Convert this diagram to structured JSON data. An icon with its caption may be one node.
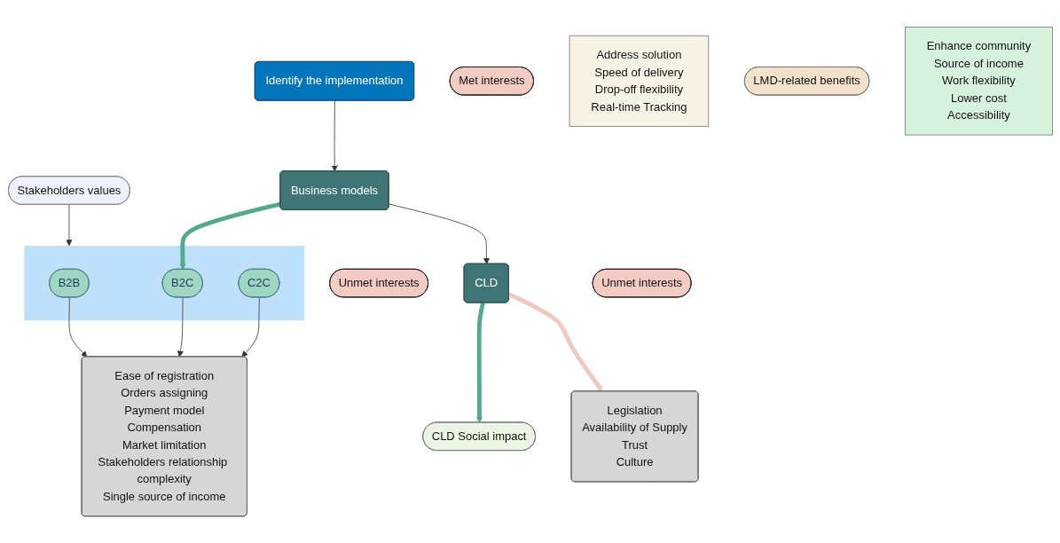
{
  "diagram": {
    "nodes": [
      {
        "text": [
          "Unmet interests"
        ]
      },
      {
        "text": [
          "Stakeholders values"
        ]
      },
      {
        "text": [
          "Identify the implementation"
        ]
      },
      {
        "text": [
          "Ease of registration",
          "Orders assigning",
          "Payment model",
          "Compensation",
          "Market limitation",
          "Stakeholders relationship complexity",
          "Single source of income"
        ]
      },
      {
        "text": [],
        "shape": "arrow"
      },
      {
        "text": [
          "B2B"
        ],
        "in": 4
      },
      {
        "text": [
          "B2C"
        ],
        "in": 4
      },
      {
        "text": [
          "C2C"
        ],
        "in": 4
      },
      {
        "text": [
          "Business models"
        ]
      },
      {
        "text": [
          "Met interests"
        ]
      },
      {
        "text": [
          "Address solution",
          "Speed of delivery",
          "Drop-off flexibility",
          "Real-time Tracking"
        ]
      },
      {
        "text": [
          "LMD-related benefits"
        ]
      },
      {
        "text": [
          "Unmet interests"
        ]
      },
      {
        "text": [
          "CLD"
        ]
      },
      {
        "text": [
          "Legislation",
          "Availability of Supply",
          "Trust",
          "Culture"
        ]
      },
      {
        "text": [
          "Enhance community",
          "Source of income",
          "Work flexibility",
          "Lower cost",
          "Accessibility"
        ]
      },
      {
        "text": [
          "CLD Social impact"
        ]
      }
    ],
    "edges": [
      {
        "from": 1,
        "to": 4,
        "arrow": "to"
      },
      {
        "from": 5,
        "to": 3,
        "arrow": "to"
      },
      {
        "from": 6,
        "to": 3,
        "arrow": "to"
      },
      {
        "from": 7,
        "to": 3,
        "arrow": "to"
      },
      {
        "from": 2,
        "to": 8,
        "arrow": "to"
      },
      {
        "from": 8,
        "to": 6,
        "arrow": "to",
        "style": "thick",
        "color": "#52a98e"
      },
      {
        "from": 8,
        "to": 13,
        "arrow": "to"
      },
      {
        "from": 13,
        "to": 16,
        "arrow": "to",
        "style": "thick",
        "color": "#52a98e"
      },
      {
        "from": 13,
        "to": 14,
        "arrow": "to",
        "style": "thick",
        "color": "#f0c8c0"
      }
    ]
  }
}
